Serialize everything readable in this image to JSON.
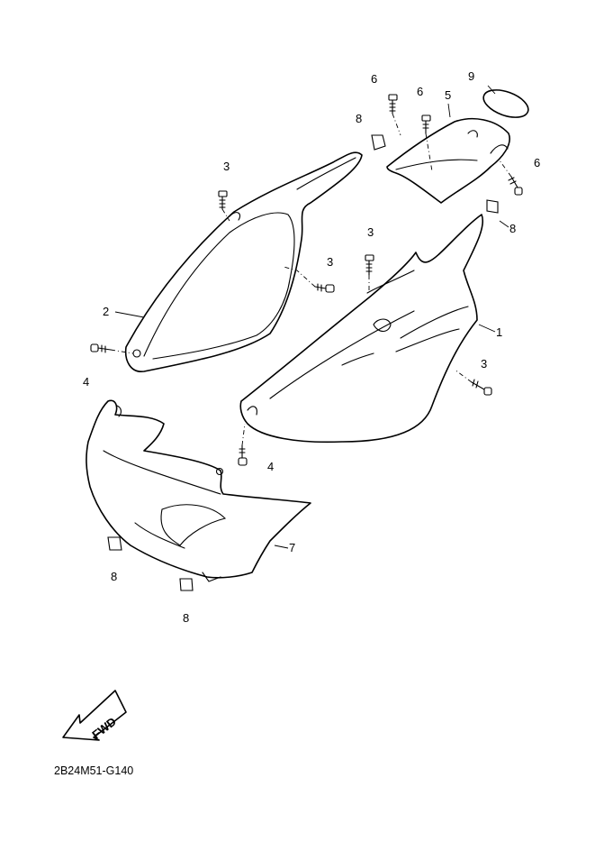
{
  "callouts": {
    "c1": "1",
    "c2": "2",
    "c3a": "3",
    "c3b": "3",
    "c3c": "3",
    "c3d": "3",
    "c4a": "4",
    "c4b": "4",
    "c5": "5",
    "c6a": "6",
    "c6b": "6",
    "c6c": "6",
    "c7": "7",
    "c8a": "8",
    "c8b": "8",
    "c8c": "8",
    "c8d": "8",
    "c9": "9"
  },
  "fwd_label": "FWD",
  "diagram_code": "2B24M51-G140",
  "colors": {
    "line": "#000000",
    "background": "#ffffff"
  }
}
